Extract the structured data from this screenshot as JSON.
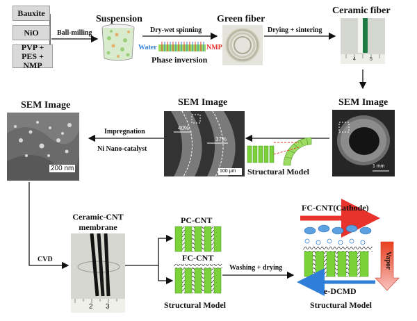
{
  "inputs": {
    "bauxite": "Bauxite",
    "nio": "NiO",
    "pvp": "PVP + PES + NMP"
  },
  "steps": {
    "ball_milling": "Ball-milling",
    "suspension": "Suspension",
    "dry_wet": "Dry-wet spinning",
    "water": "Water",
    "nmp": "NMP",
    "phase_inversion": "Phase inversion",
    "green_fiber": "Green fiber",
    "drying_sintering": "Drying + sintering",
    "ceramic_fiber": "Ceramic fiber",
    "sem_image_right": "SEM Image",
    "sem_image_mid": "SEM Image",
    "sem_image_left": "SEM Image",
    "impregnation": "Impregnation",
    "ni_catalyst": "Ni Nano-catalyst",
    "structural_model_mid": "Structural Model",
    "cvd": "CVD",
    "membrane_l1": "Ceramic-CNT",
    "membrane_l2": "membrane",
    "pc_cnt": "PC-CNT",
    "fc_cnt": "FC-CNT",
    "washing": "Washing + drying",
    "structural_model_bl": "Structural Model",
    "fc_cathode": "FC-CNT(Cathode)",
    "vapor": "Vapor",
    "edcmd": "e-DCMD",
    "structural_model_br": "Structural Model"
  },
  "scale_bars": {
    "nm200": "200 nm",
    "mm1": "1 mm",
    "um100": "100 μm"
  },
  "percentages": {
    "p40": "40%",
    "p37": "37%"
  },
  "ruler_marks": {
    "fiber_a": "4",
    "fiber_b": "5",
    "mem_a": "2",
    "mem_b": "3"
  },
  "colors": {
    "green": "#7bd13a",
    "red": "#e8322c",
    "blue": "#2f7fd8",
    "bubble": "#5ba0e0",
    "arrow": "#111111"
  }
}
